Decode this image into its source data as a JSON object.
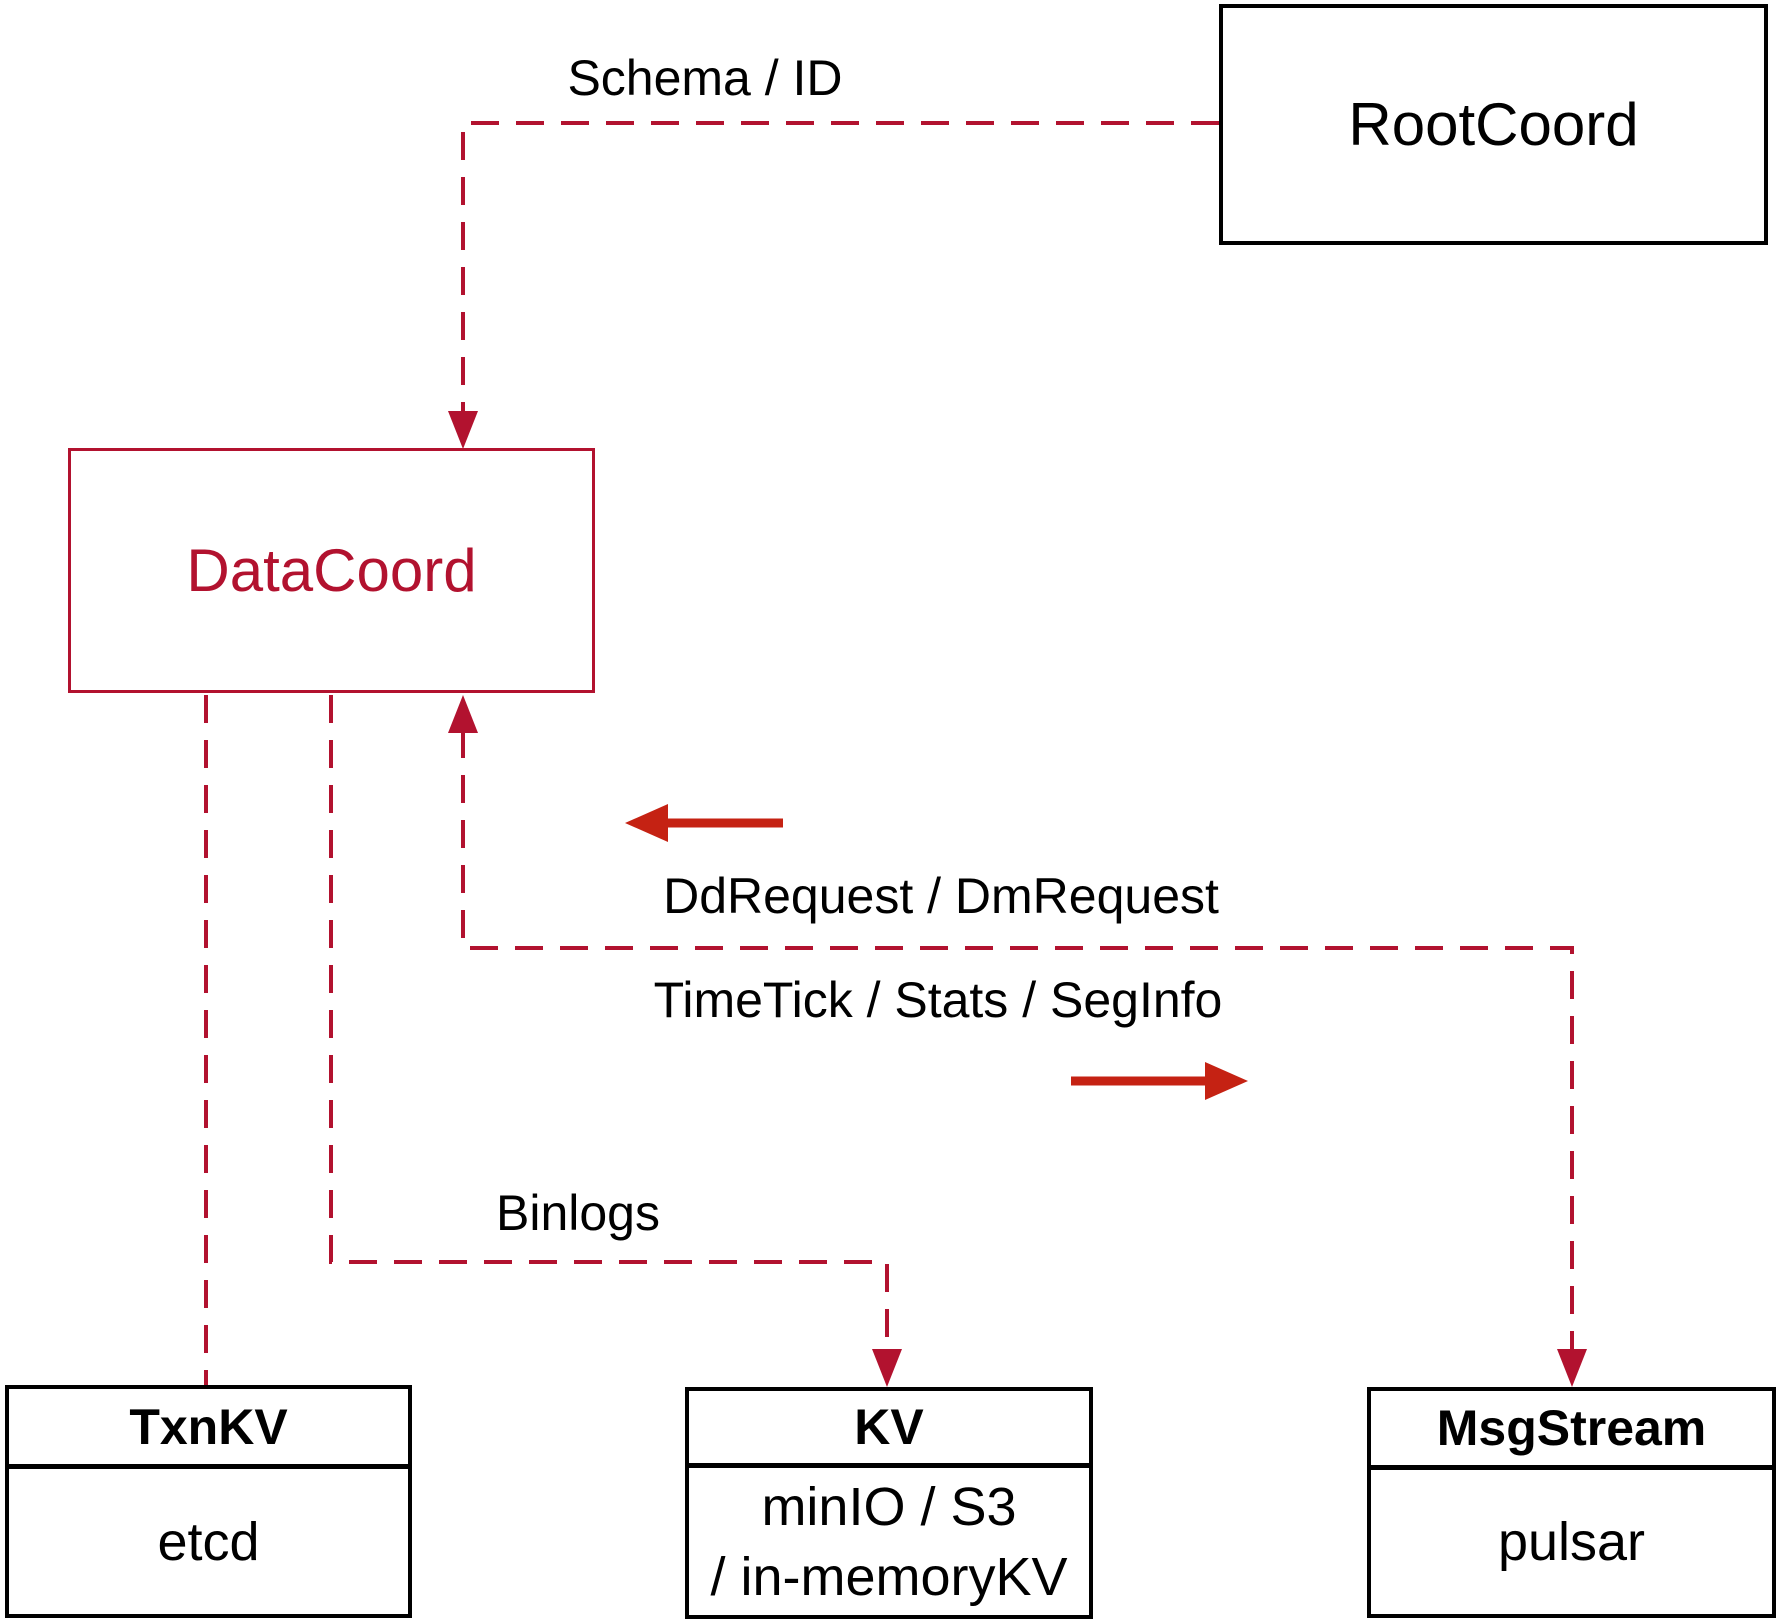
{
  "nodes": {
    "rootcoord": {
      "label": "RootCoord"
    },
    "datacoord": {
      "label": "DataCoord"
    },
    "txnkv": {
      "title": "TxnKV",
      "body": "etcd"
    },
    "kv": {
      "title": "KV",
      "body_line1": "minIO / S3",
      "body_line2": "/ in-memoryKV"
    },
    "msgstream": {
      "title": "MsgStream",
      "body": "pulsar"
    }
  },
  "edges": {
    "schema_id_label": "Schema / ID",
    "dd_request_label": "DdRequest / DmRequest",
    "timetick_label": "TimeTick / Stats / SegInfo",
    "binlogs_label": "Binlogs"
  },
  "colors": {
    "dashed_line": "#b2122f",
    "solid_arrow": "#c52213",
    "box_border_black": "#000000",
    "background": "#ffffff"
  }
}
